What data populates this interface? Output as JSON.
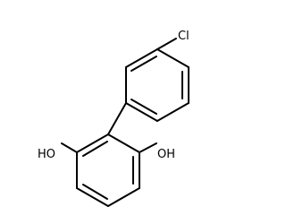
{
  "molecule": {
    "labels": {
      "chlorine": "Cl",
      "hydroxyl_left": "HO",
      "hydroxyl_right": "OH"
    }
  }
}
